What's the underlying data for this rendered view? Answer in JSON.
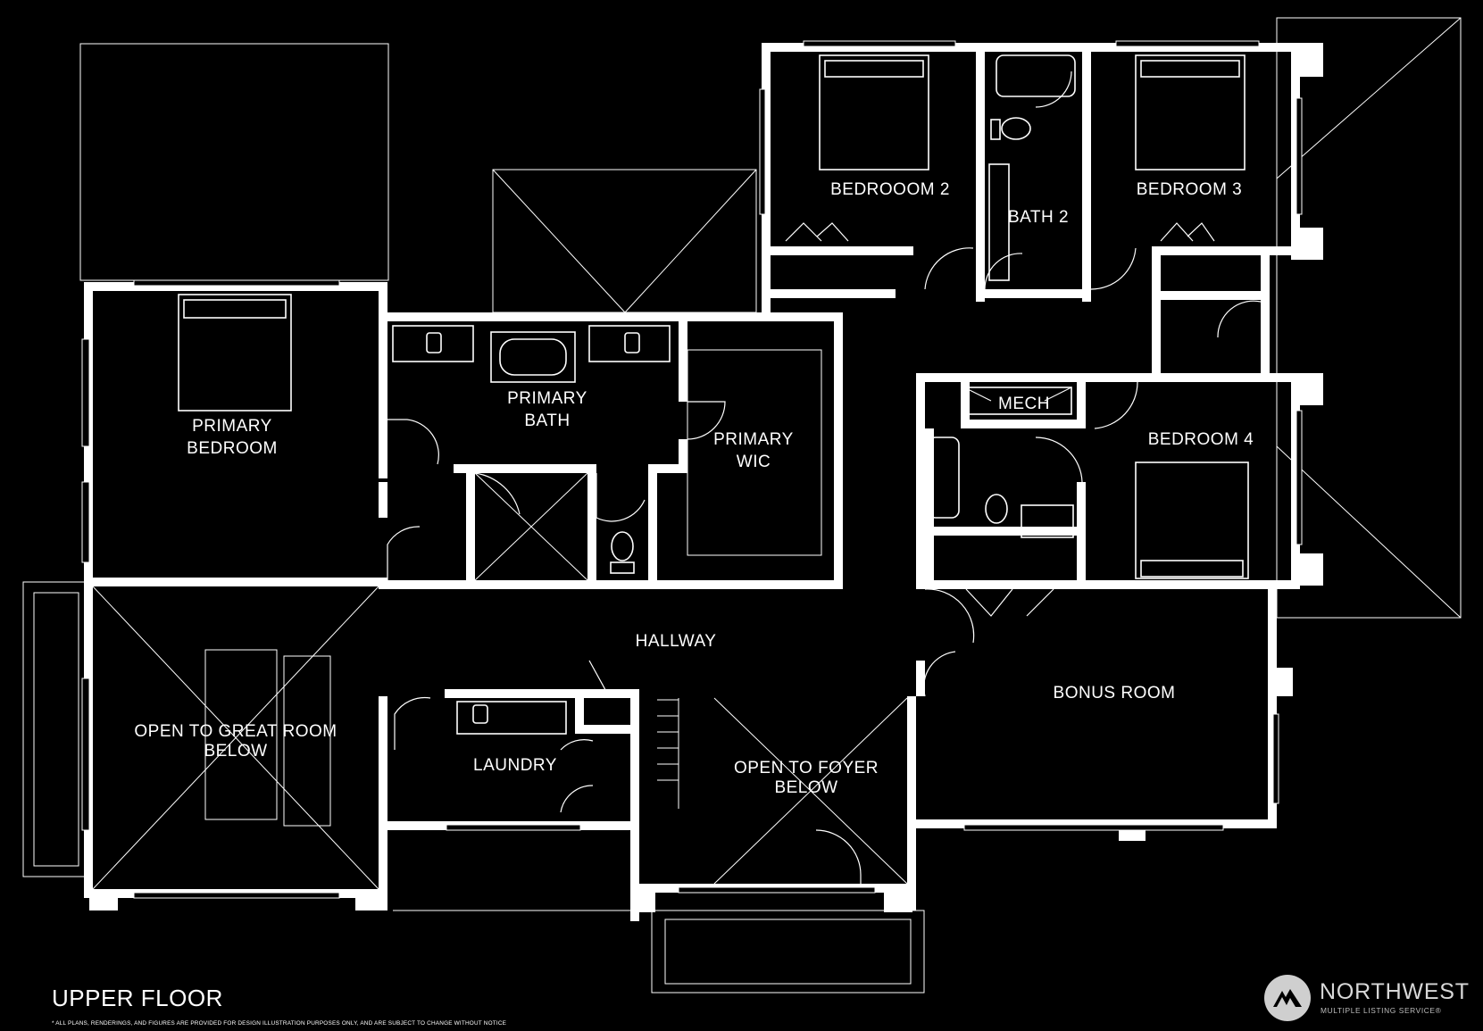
{
  "floor_title": "UPPER FLOOR",
  "disclaimer": "* ALL PLANS, RENDERINGS, AND FIGURES ARE PROVIDED FOR DESIGN ILLUSTRATION PURPOSES ONLY, AND ARE SUBJECT TO CHANGE WITHOUT NOTICE",
  "rooms": {
    "bedroom2": "BEDROOOM 2",
    "bath2": "BATH 2",
    "bedroom3": "BEDROOM 3",
    "primary_bedroom_1": "PRIMARY",
    "primary_bedroom_2": "BEDROOM",
    "primary_bath_1": "PRIMARY",
    "primary_bath_2": "BATH",
    "primary_wic_1": "PRIMARY",
    "primary_wic_2": "WIC",
    "mech": "MECH",
    "bedroom4": "BEDROOM 4",
    "hallway": "HALLWAY",
    "bonus_room": "BONUS ROOM",
    "open_great_room_1": "OPEN TO GREAT ROOM",
    "open_great_room_2": "BELOW",
    "laundry": "LAUNDRY",
    "open_foyer_1": "OPEN TO FOYER",
    "open_foyer_2": "BELOW"
  },
  "logo": {
    "icon": "mountain-mls-icon",
    "name": "NORTHWEST",
    "subtitle": "MULTIPLE LISTING SERVICE®"
  },
  "colors": {
    "background": "#000000",
    "walls": "#ffffff",
    "logo": "#d8d8d8"
  }
}
